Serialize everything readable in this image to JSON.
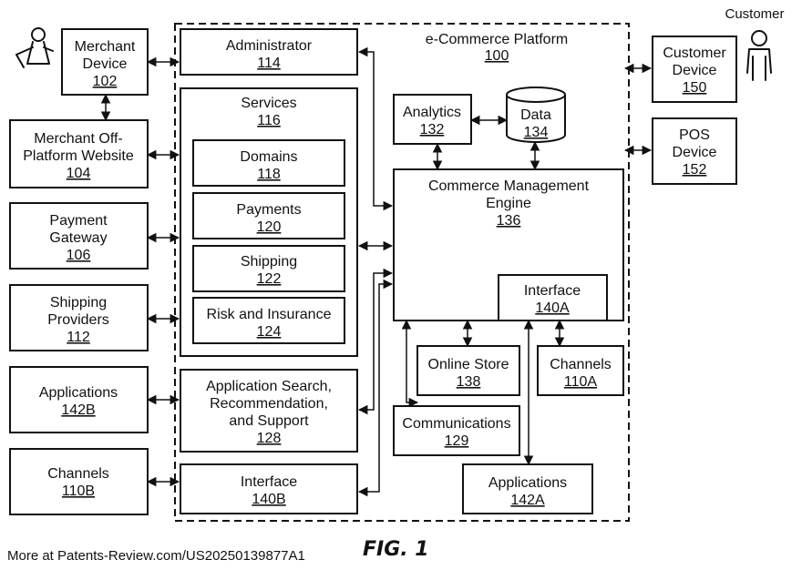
{
  "platform": {
    "label": "e-Commerce Platform",
    "ref": "100"
  },
  "actors": {
    "customer": "Customer"
  },
  "boxes": {
    "merchant_device": {
      "lines": [
        "Merchant",
        "Device"
      ],
      "ref": "102"
    },
    "merchant_site": {
      "lines": [
        "Merchant Off-",
        "Platform Website"
      ],
      "ref": "104"
    },
    "payment_gateway": {
      "lines": [
        "Payment",
        "Gateway"
      ],
      "ref": "106"
    },
    "shipping_providers": {
      "lines": [
        "Shipping",
        "Providers"
      ],
      "ref": "112"
    },
    "applications_142b": {
      "lines": [
        "Applications"
      ],
      "ref": "142B"
    },
    "channels_110b": {
      "lines": [
        "Channels"
      ],
      "ref": "110B"
    },
    "administrator": {
      "lines": [
        "Administrator"
      ],
      "ref": "114"
    },
    "services": {
      "lines": [
        "Services"
      ],
      "ref": "116"
    },
    "domains": {
      "lines": [
        "Domains"
      ],
      "ref": "118"
    },
    "payments": {
      "lines": [
        "Payments"
      ],
      "ref": "120"
    },
    "shipping": {
      "lines": [
        "Shipping"
      ],
      "ref": "122"
    },
    "risk": {
      "lines": [
        "Risk and Insurance"
      ],
      "ref": "124"
    },
    "app_search": {
      "lines": [
        "Application Search,",
        "Recommendation,",
        "and Support"
      ],
      "ref": "128"
    },
    "interface_140b": {
      "lines": [
        "Interface"
      ],
      "ref": "140B"
    },
    "analytics": {
      "lines": [
        "Analytics"
      ],
      "ref": "132"
    },
    "data": {
      "lines": [
        "Data"
      ],
      "ref": "134"
    },
    "cme": {
      "lines": [
        "Commerce Management",
        "Engine"
      ],
      "ref": "136"
    },
    "interface_140a": {
      "lines": [
        "Interface"
      ],
      "ref": "140A"
    },
    "online_store": {
      "lines": [
        "Online Store"
      ],
      "ref": "138"
    },
    "channels_110a": {
      "lines": [
        "Channels"
      ],
      "ref": "110A"
    },
    "communications": {
      "lines": [
        "Communications"
      ],
      "ref": "129"
    },
    "applications_142a": {
      "lines": [
        "Applications"
      ],
      "ref": "142A"
    },
    "customer_device": {
      "lines": [
        "Customer",
        "Device"
      ],
      "ref": "150"
    },
    "pos_device": {
      "lines": [
        "POS",
        "Device"
      ],
      "ref": "152"
    }
  },
  "footer": {
    "source": "More at Patents-Review.com/US20250139877A1",
    "figure": "FIG. 1"
  }
}
